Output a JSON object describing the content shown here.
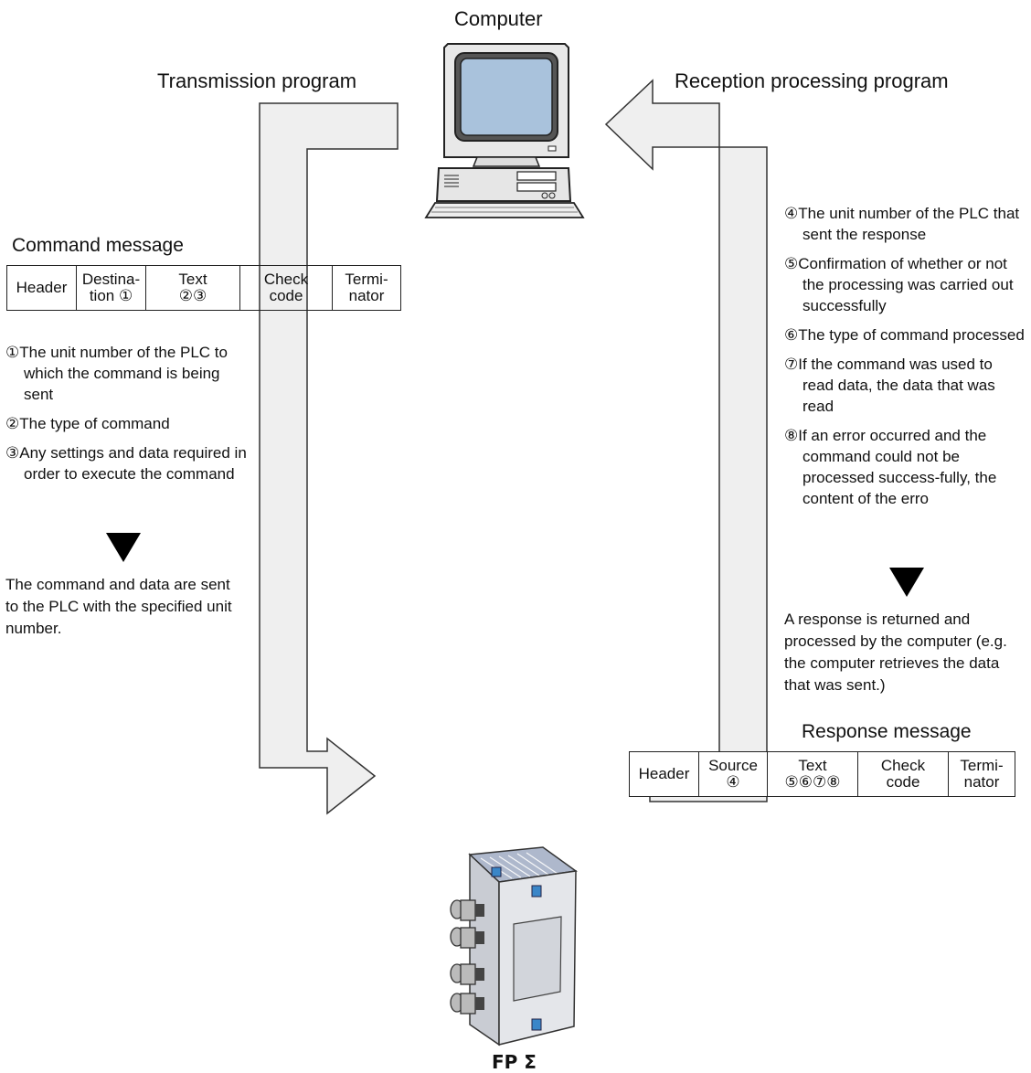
{
  "computer_label": "Computer",
  "transmission_label": "Transmission program",
  "reception_label": "Reception processing program",
  "command": {
    "title": "Command message",
    "cells": [
      {
        "l1": "Header",
        "l2": ""
      },
      {
        "l1": "Destina-",
        "l2": "tion ①"
      },
      {
        "l1": "Text",
        "l2": "②③"
      },
      {
        "l1": "Check",
        "l2": "code"
      },
      {
        "l1": "Termi-",
        "l2": "nator"
      }
    ],
    "notes": [
      "①The unit number of the PLC to which the command is being sent",
      "②The type of command",
      "③Any settings and data required in order to execute the command"
    ],
    "result": "The command and data are sent to the PLC with the specified unit number."
  },
  "response": {
    "title": "Response message",
    "cells": [
      {
        "l1": "Header",
        "l2": ""
      },
      {
        "l1": "Source",
        "l2": "④"
      },
      {
        "l1": "Text",
        "l2": "⑤⑥⑦⑧"
      },
      {
        "l1": "Check",
        "l2": "code"
      },
      {
        "l1": "Termi-",
        "l2": "nator"
      }
    ],
    "notes": [
      "④The unit number of the PLC that sent the response",
      "⑤Confirmation of whether or not the processing was carried out successfully",
      "⑥The type of command processed",
      "⑦If the command was used to read data, the data that was read",
      "⑧If an error occurred and the command could not be processed success-fully, the content of the erro"
    ],
    "result": "A response is returned and processed by the computer (e.g. the computer retrieves the data that was sent.)"
  },
  "plc_label": "FP Σ",
  "icons": {
    "computer": "desktop-computer-icon",
    "plc": "plc-unit-icon",
    "arrow_down": "down-triangle-icon"
  },
  "colors": {
    "arrow_fill": "#efefef",
    "arrow_stroke": "#333333",
    "plc_top": "#aeb8cc",
    "plc_body": "#e4e6ea",
    "plc_blue": "#3a86c8"
  }
}
